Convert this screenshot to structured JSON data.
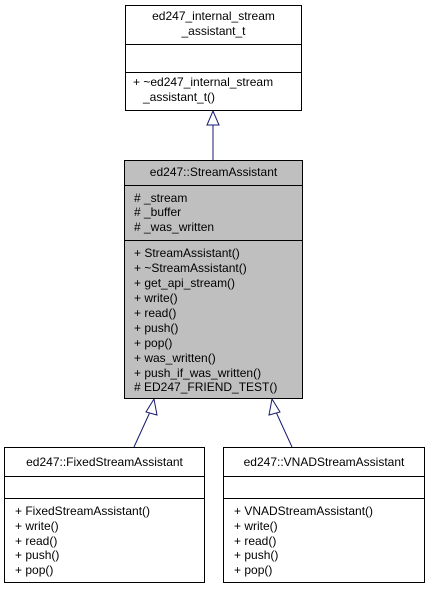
{
  "classes": {
    "base": {
      "title": [
        "ed247_internal_stream",
        "_assistant_t"
      ],
      "attributes": [],
      "methods": [
        "+ ~ed247_internal_stream",
        "_assistant_t()"
      ]
    },
    "main": {
      "title": [
        "ed247::StreamAssistant"
      ],
      "attributes": [
        "# _stream",
        "# _buffer",
        "# _was_written"
      ],
      "methods": [
        "+ StreamAssistant()",
        "+ ~StreamAssistant()",
        "+ get_api_stream()",
        "+ write()",
        "+ read()",
        "+ push()",
        "+ pop()",
        "+ was_written()",
        "+ push_if_was_written()",
        "# ED247_FRIEND_TEST()"
      ]
    },
    "fixed": {
      "title": [
        "ed247::FixedStreamAssistant"
      ],
      "attributes": [],
      "methods": [
        "+ FixedStreamAssistant()",
        "+ write()",
        "+ read()",
        "+ push()",
        "+ pop()"
      ]
    },
    "vnad": {
      "title": [
        "ed247::VNADStreamAssistant"
      ],
      "attributes": [],
      "methods": [
        "+ VNADStreamAssistant()",
        "+ write()",
        "+ read()",
        "+ push()",
        "+ pop()"
      ]
    }
  },
  "colors": {
    "edge": "#191970",
    "main_fill": "#bfbfbf"
  }
}
